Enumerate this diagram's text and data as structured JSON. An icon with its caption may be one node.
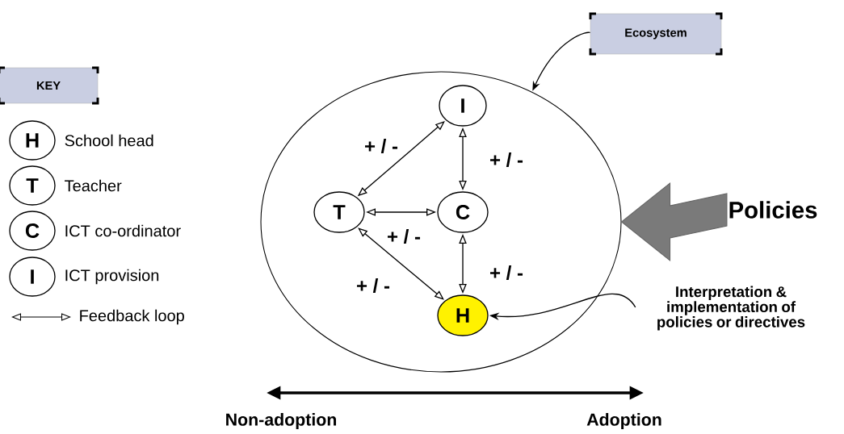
{
  "diagram": {
    "nodes": [
      {
        "text": [
          "KEY"
        ]
      },
      {
        "text": [
          "H"
        ],
        "beside": [
          "School head"
        ]
      },
      {
        "text": [
          "T"
        ],
        "beside": [
          "Teacher"
        ]
      },
      {
        "text": [
          "C"
        ],
        "beside": [
          "ICT co-ordinator"
        ]
      },
      {
        "text": [
          "I"
        ],
        "beside": [
          "ICT provision"
        ]
      },
      {
        "text": [
          "Ecosystem"
        ]
      },
      {
        "text": [],
        "shape": "circle"
      },
      {
        "text": [
          "I"
        ],
        "in": 6
      },
      {
        "text": [
          "T"
        ],
        "in": 6
      },
      {
        "text": [
          "C"
        ],
        "in": 6
      },
      {
        "text": [
          "H"
        ],
        "in": 6
      },
      {
        "text": [
          "Policies"
        ]
      },
      {
        "text": [
          "Interpretation & implementation of policies or directives"
        ]
      }
    ],
    "edges": [
      {
        "from": 5,
        "to": 6,
        "arrow": "to"
      },
      {
        "from": 8,
        "to": 7,
        "arrow": "both",
        "label": "+ / -"
      },
      {
        "from": 7,
        "to": 9,
        "arrow": "both",
        "label": "+ / -"
      },
      {
        "from": 8,
        "to": 9,
        "arrow": "both",
        "label": "+ / -"
      },
      {
        "from": 9,
        "to": 10,
        "arrow": "both",
        "label": "+ / -"
      },
      {
        "from": 8,
        "to": 10,
        "arrow": "both",
        "label": "+ / -"
      },
      {
        "from": 11,
        "to": 6,
        "arrow": "to",
        "style": "thick",
        "color": "#7a7a7a"
      },
      {
        "from": 12,
        "to": 10,
        "arrow": "to"
      }
    ],
    "labels": [
      "Non-adoption",
      "Adoption"
    ],
    "legend": [
      {
        "text": "Feedback loop"
      }
    ]
  }
}
